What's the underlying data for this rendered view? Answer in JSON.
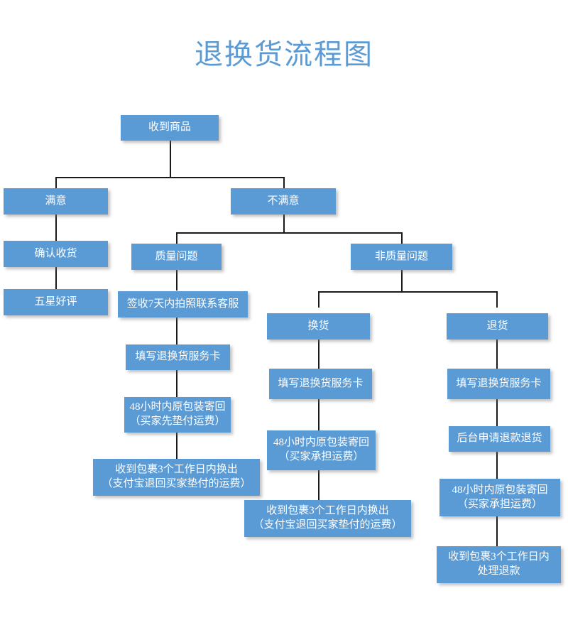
{
  "title": "退换货流程图",
  "theme": {
    "node_fill": "#5B9BD5",
    "node_text": "#FFFFFF",
    "title_color": "#5B9BD5",
    "connector_color": "#1A1A1A",
    "page_background": "#FFFFFF"
  },
  "nodes": {
    "receive_goods": "收到商品",
    "satisfied": "满意",
    "not_satisfied": "不满意",
    "confirm_receipt": "确认收货",
    "five_star_review": "五星好评",
    "quality_issue": "质量问题",
    "non_quality_issue": "非质量问题",
    "photo_contact_service": "签收7天内拍照联系客服",
    "q_service_card": "填写退换货服务卡",
    "q_return_48h": "48小时内原包装寄回\n（买家先垫付运费）",
    "q_exchange_3days": "收到包裹3个工作日内换出\n（支付宝退回买家垫付的运费）",
    "exchange": "换货",
    "e_service_card": "填写退换货服务卡",
    "e_return_48h": "48小时内原包装寄回\n（买家承担运费）",
    "e_exchange_3days": "收到包裹3个工作日内换出\n（支付宝退回买家垫付的运费）",
    "refund": "退货",
    "r_service_card": "填写退换货服务卡",
    "r_apply_refund": "后台申请退款退货",
    "r_return_48h": "48小时内原包装寄回\n（买家承担运费）",
    "r_refund_3days": "收到包裹3个工作日内\n处理退款"
  },
  "flow": {
    "type": "flowchart",
    "direction": "top-down",
    "edges": [
      {
        "from": "receive_goods",
        "to": "satisfied"
      },
      {
        "from": "receive_goods",
        "to": "not_satisfied"
      },
      {
        "from": "satisfied",
        "to": "confirm_receipt"
      },
      {
        "from": "confirm_receipt",
        "to": "five_star_review"
      },
      {
        "from": "not_satisfied",
        "to": "quality_issue"
      },
      {
        "from": "not_satisfied",
        "to": "non_quality_issue"
      },
      {
        "from": "quality_issue",
        "to": "photo_contact_service"
      },
      {
        "from": "photo_contact_service",
        "to": "q_service_card"
      },
      {
        "from": "q_service_card",
        "to": "q_return_48h"
      },
      {
        "from": "q_return_48h",
        "to": "q_exchange_3days"
      },
      {
        "from": "non_quality_issue",
        "to": "exchange"
      },
      {
        "from": "non_quality_issue",
        "to": "refund"
      },
      {
        "from": "exchange",
        "to": "e_service_card"
      },
      {
        "from": "e_service_card",
        "to": "e_return_48h"
      },
      {
        "from": "e_return_48h",
        "to": "e_exchange_3days"
      },
      {
        "from": "refund",
        "to": "r_service_card"
      },
      {
        "from": "r_service_card",
        "to": "r_apply_refund"
      },
      {
        "from": "r_apply_refund",
        "to": "r_return_48h"
      },
      {
        "from": "r_return_48h",
        "to": "r_refund_3days"
      }
    ]
  }
}
